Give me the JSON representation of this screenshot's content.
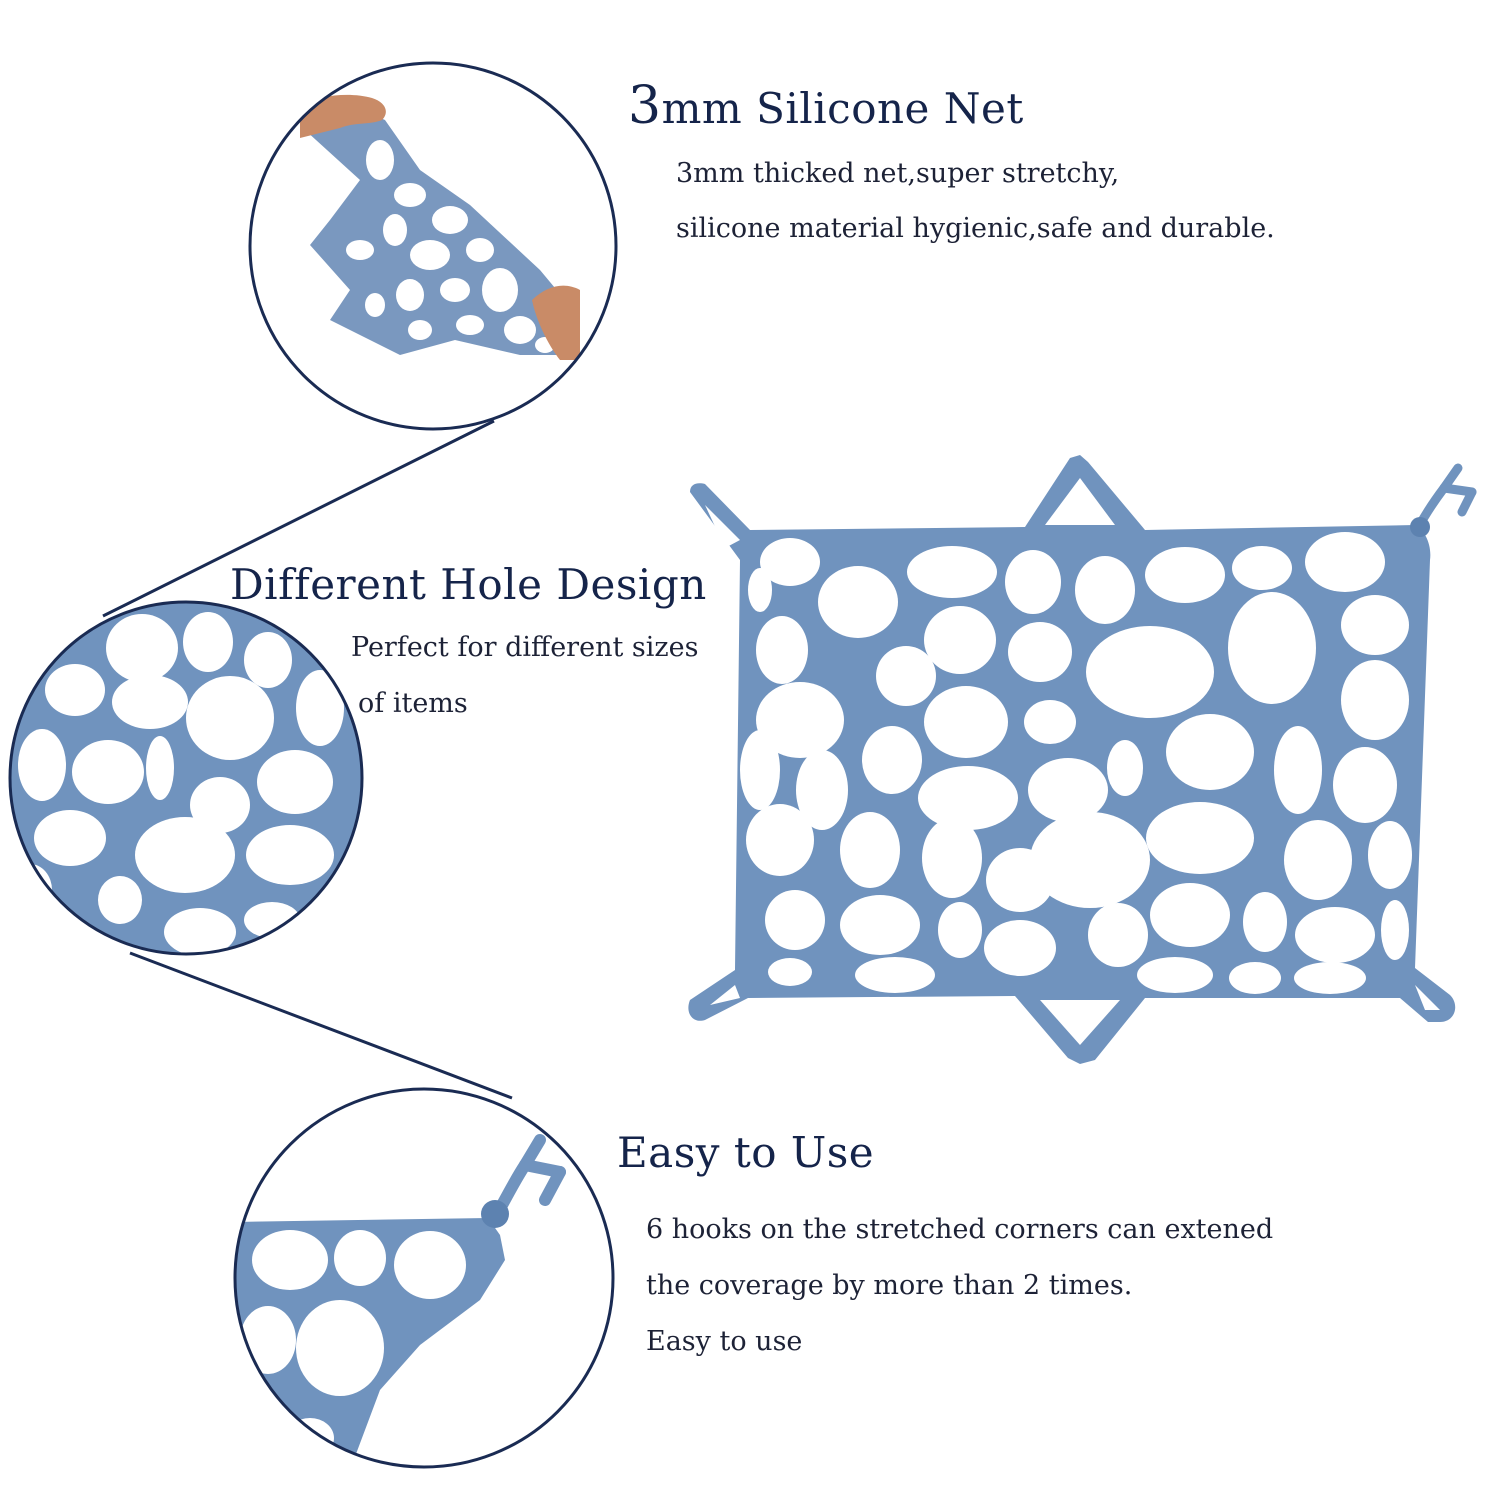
{
  "colors": {
    "silicone": "#7093be",
    "outline": "#1a2b53",
    "heading": "#15244a",
    "skin": "#c98b67"
  },
  "section_top": {
    "title_lead": "3",
    "title_rest": "mm Silicone Net",
    "line1": "3mm thicked net,super stretchy,",
    "line2": "silicone material hygienic,safe and durable."
  },
  "section_middle": {
    "title": "Different Hole Design",
    "line1": "Perfect for different sizes",
    "line2": "of items"
  },
  "section_bottom": {
    "title": "Easy to Use",
    "line1": "6 hooks on the stretched corners can extened",
    "line2": "the coverage by more than 2 times.",
    "line3": "Easy to use"
  }
}
